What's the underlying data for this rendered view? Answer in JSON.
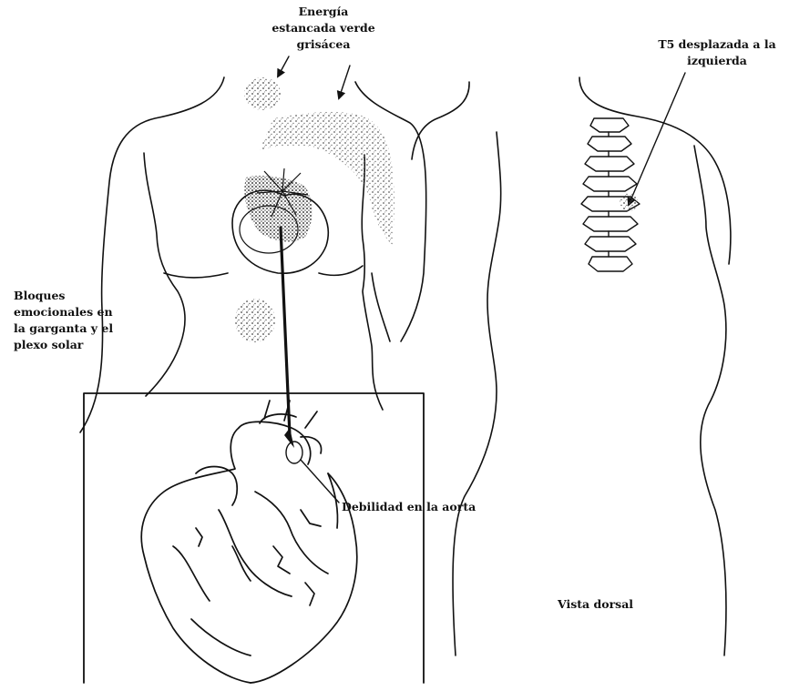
{
  "labels": {
    "energy_line1": "Energía",
    "energy_line2": "estancada verde",
    "energy_line3": "grisácea",
    "t5_line1": "T5 desplazada a la",
    "t5_line2": "izquierda",
    "blocks_line1": "Bloques",
    "blocks_line2": "emocionales en",
    "blocks_line3": "la garganta y el",
    "blocks_line4": "plexo solar",
    "aorta": "Debilidad en la aorta",
    "dorsal": "Vista dorsal"
  }
}
